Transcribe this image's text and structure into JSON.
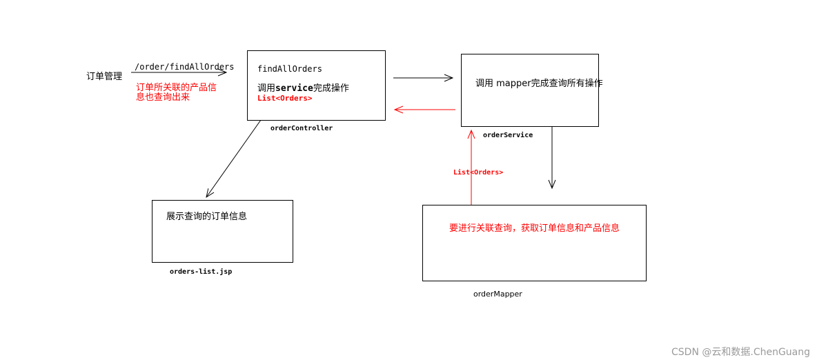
{
  "labels": {
    "order_management": "订单管理",
    "url": "/order/findAllOrders",
    "note_line1": "订单所关联的产品信",
    "note_line2": "息也查询出来"
  },
  "controller_box": {
    "method": "findAllOrders",
    "call_prefix": "调用",
    "call_service": "service",
    "call_suffix": "完成操作",
    "return_type": "List<Orders>",
    "caption": "orderController"
  },
  "service_box": {
    "text": "调用 mapper完成查询所有操作",
    "caption": "orderService"
  },
  "jsp_box": {
    "text": "展示查询的订单信息",
    "caption": "orders-list.jsp"
  },
  "mapper_box": {
    "text": "要进行关联查询，获取订单信息和产品信息",
    "caption": "orderMapper"
  },
  "mapper_return": "List<Orders>",
  "watermark": "CSDN @云和数据.ChenGuang",
  "colors": {
    "red": "#ff0000",
    "black": "#000000"
  }
}
